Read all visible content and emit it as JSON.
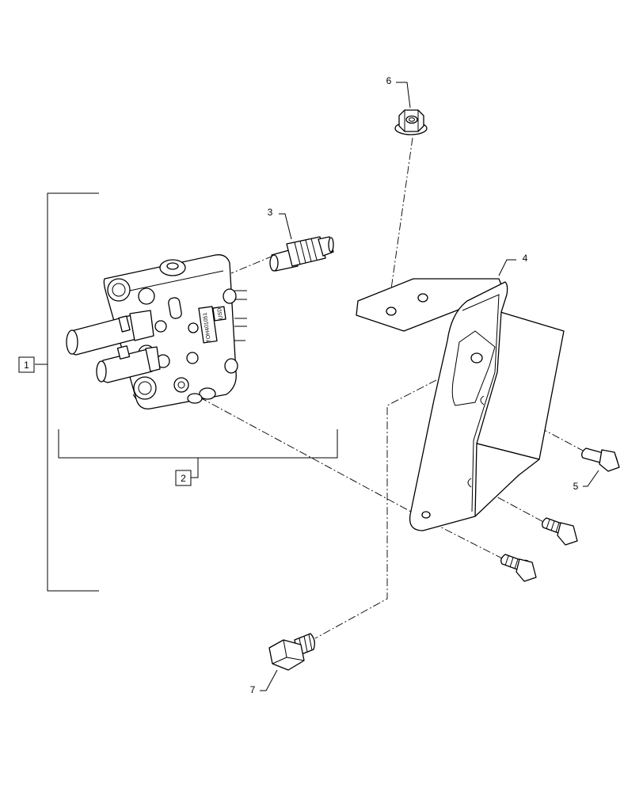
{
  "diagram": {
    "callouts": [
      {
        "id": "c1",
        "label": "1",
        "boxed": true
      },
      {
        "id": "c2",
        "label": "2",
        "boxed": true
      },
      {
        "id": "c3",
        "label": "3",
        "boxed": false
      },
      {
        "id": "c4",
        "label": "4",
        "boxed": false
      },
      {
        "id": "c5",
        "label": "5",
        "boxed": false
      },
      {
        "id": "c6",
        "label": "6",
        "boxed": false
      },
      {
        "id": "c7",
        "label": "7",
        "boxed": false
      }
    ],
    "valve_marking": {
      "line1": "TOH401051",
      "line2": "USD"
    },
    "colors": {
      "line": "#000000",
      "background": "#ffffff"
    }
  }
}
